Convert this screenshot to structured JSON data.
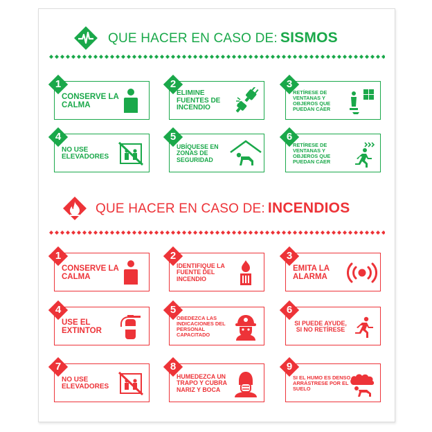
{
  "colors": {
    "green": "#1aa84a",
    "red": "#ed3338",
    "border": "#dcdcdc"
  },
  "sismos": {
    "title_prefix": "QUE HACER EN CASO DE:",
    "title_key": "SISMOS",
    "icon": "heartbeat-icon",
    "cards": [
      {
        "number": "1",
        "text": "CONSERVE LA CALMA",
        "icon": "person-standing-icon"
      },
      {
        "number": "2",
        "text": "ELIMINE FUENTES DE INCENDIO",
        "icon": "unplug-icon"
      },
      {
        "number": "3",
        "text": "RETÍRESE DE VENTANAS Y OBJEROS QUE PUEDAN CAER",
        "icon": "falling-objects-window-icon"
      },
      {
        "number": "4",
        "text": "NO USE ELEVADORES",
        "icon": "no-elevator-icon"
      },
      {
        "number": "5",
        "text": "UBÍQUESE EN ZONAS DE SEGURIDAD",
        "icon": "shelter-crawl-icon"
      },
      {
        "number": "6",
        "text": "RETÍRESE DE VENTANAS Y OBJEROS QUE PUEDAN CAER",
        "icon": "running-person-icon"
      }
    ]
  },
  "incendios": {
    "title_prefix": "QUE HACER EN CASO DE:",
    "title_key": "INCENDIOS",
    "icon": "fire-icon",
    "cards": [
      {
        "number": "1",
        "text": "CONSERVE LA CALMA",
        "icon": "person-standing-icon"
      },
      {
        "number": "2",
        "text": "IDENTIFIQUE LA FUENTE DEL INCENDIO",
        "icon": "candle-flame-icon"
      },
      {
        "number": "3",
        "text": "EMITA LA ALARMA",
        "icon": "alarm-icon"
      },
      {
        "number": "4",
        "text": "USE EL EXTINTOR",
        "icon": "extinguisher-icon"
      },
      {
        "number": "5",
        "text": "OBEDEZCA LAS INDICACIONES DEL PERSONAL CAPACITADO",
        "icon": "firefighter-icon"
      },
      {
        "number": "6",
        "text": "SI PUEDE AYUDE, SI NO RETÍRESE",
        "icon": "running-person-icon"
      },
      {
        "number": "7",
        "text": "NO USE ELEVADORES",
        "icon": "no-elevator-icon"
      },
      {
        "number": "8",
        "text": "HUMEDEZCA UN TRAPO Y CUBRA NARIZ Y BOCA",
        "icon": "face-mask-icon"
      },
      {
        "number": "9",
        "text": "SI EL HUMO ES DENSO ARRÁSTRESE POR EL SUELO",
        "icon": "crawl-smoke-icon"
      }
    ]
  }
}
